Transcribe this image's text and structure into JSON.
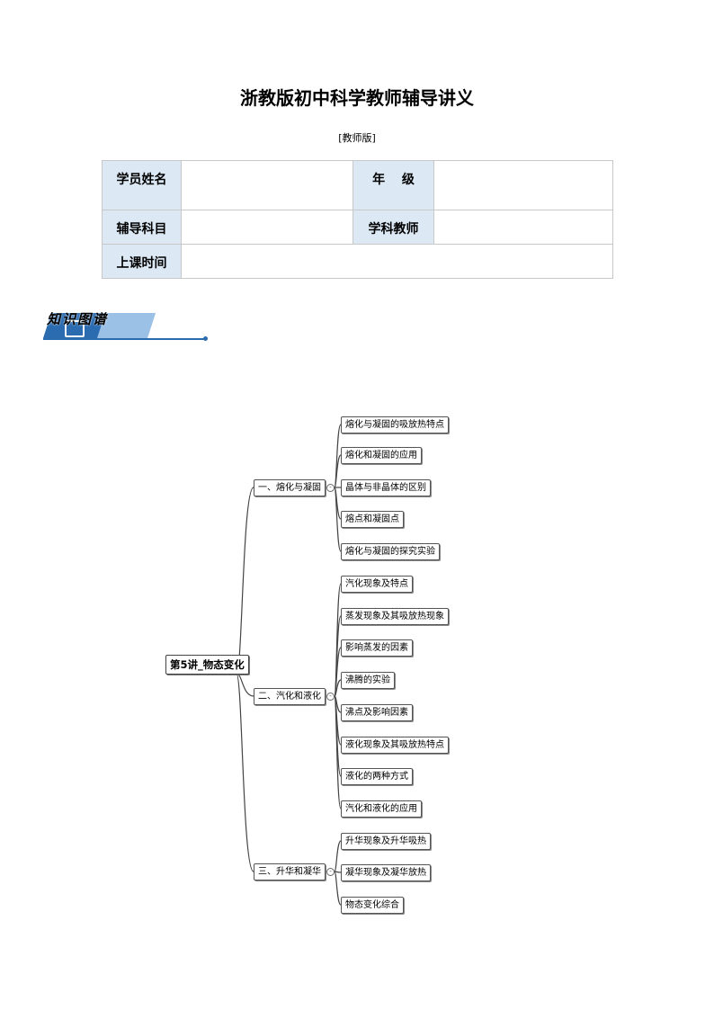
{
  "document": {
    "title": "浙教版初中科学教师辅导讲义",
    "subtitle": "[教师版]"
  },
  "info_table": {
    "student_name_label": "学员姓名",
    "grade_label": "年　 级",
    "subject_label": "辅导科目",
    "teacher_label": "学科教师",
    "class_time_label": "上课时间"
  },
  "section_heading": "知识图谱",
  "mindmap": {
    "root": "第5讲_物态变化",
    "branches": [
      {
        "label": "一、熔化与凝固",
        "children": [
          "熔化与凝固的吸放热特点",
          "熔化和凝固的应用",
          "晶体与非晶体的区别",
          "熔点和凝固点",
          "熔化与凝固的探究实验"
        ]
      },
      {
        "label": "二、汽化和液化",
        "children": [
          "汽化现象及特点",
          "蒸发现象及其吸放热现象",
          "影响蒸发的因素",
          "沸腾的实验",
          "沸点及影响因素",
          "液化现象及其吸放热特点",
          "液化的两种方式",
          "汽化和液化的应用"
        ]
      },
      {
        "label": "三、升华和凝华",
        "children": [
          "升华现象及升华吸热",
          "凝华现象及凝华放热",
          "物态变化综合"
        ]
      }
    ],
    "collapse_symbol": "-"
  }
}
